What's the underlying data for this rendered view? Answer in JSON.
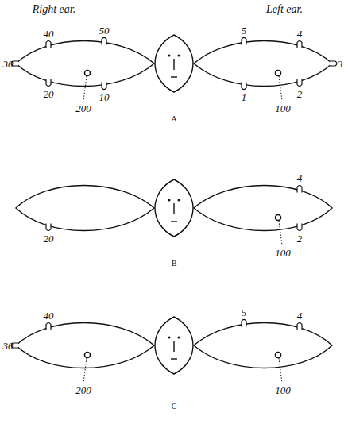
{
  "diagram": {
    "labels": [
      "Right ear.",
      "Left ear.",
      "40",
      "50",
      "30",
      "20",
      "10",
      "200",
      "5",
      "4",
      "3",
      "1",
      "2",
      "100",
      "A",
      "4",
      "20",
      "2",
      "100",
      "B",
      "40",
      "5",
      "4",
      "30",
      "200",
      "100",
      "C"
    ]
  }
}
